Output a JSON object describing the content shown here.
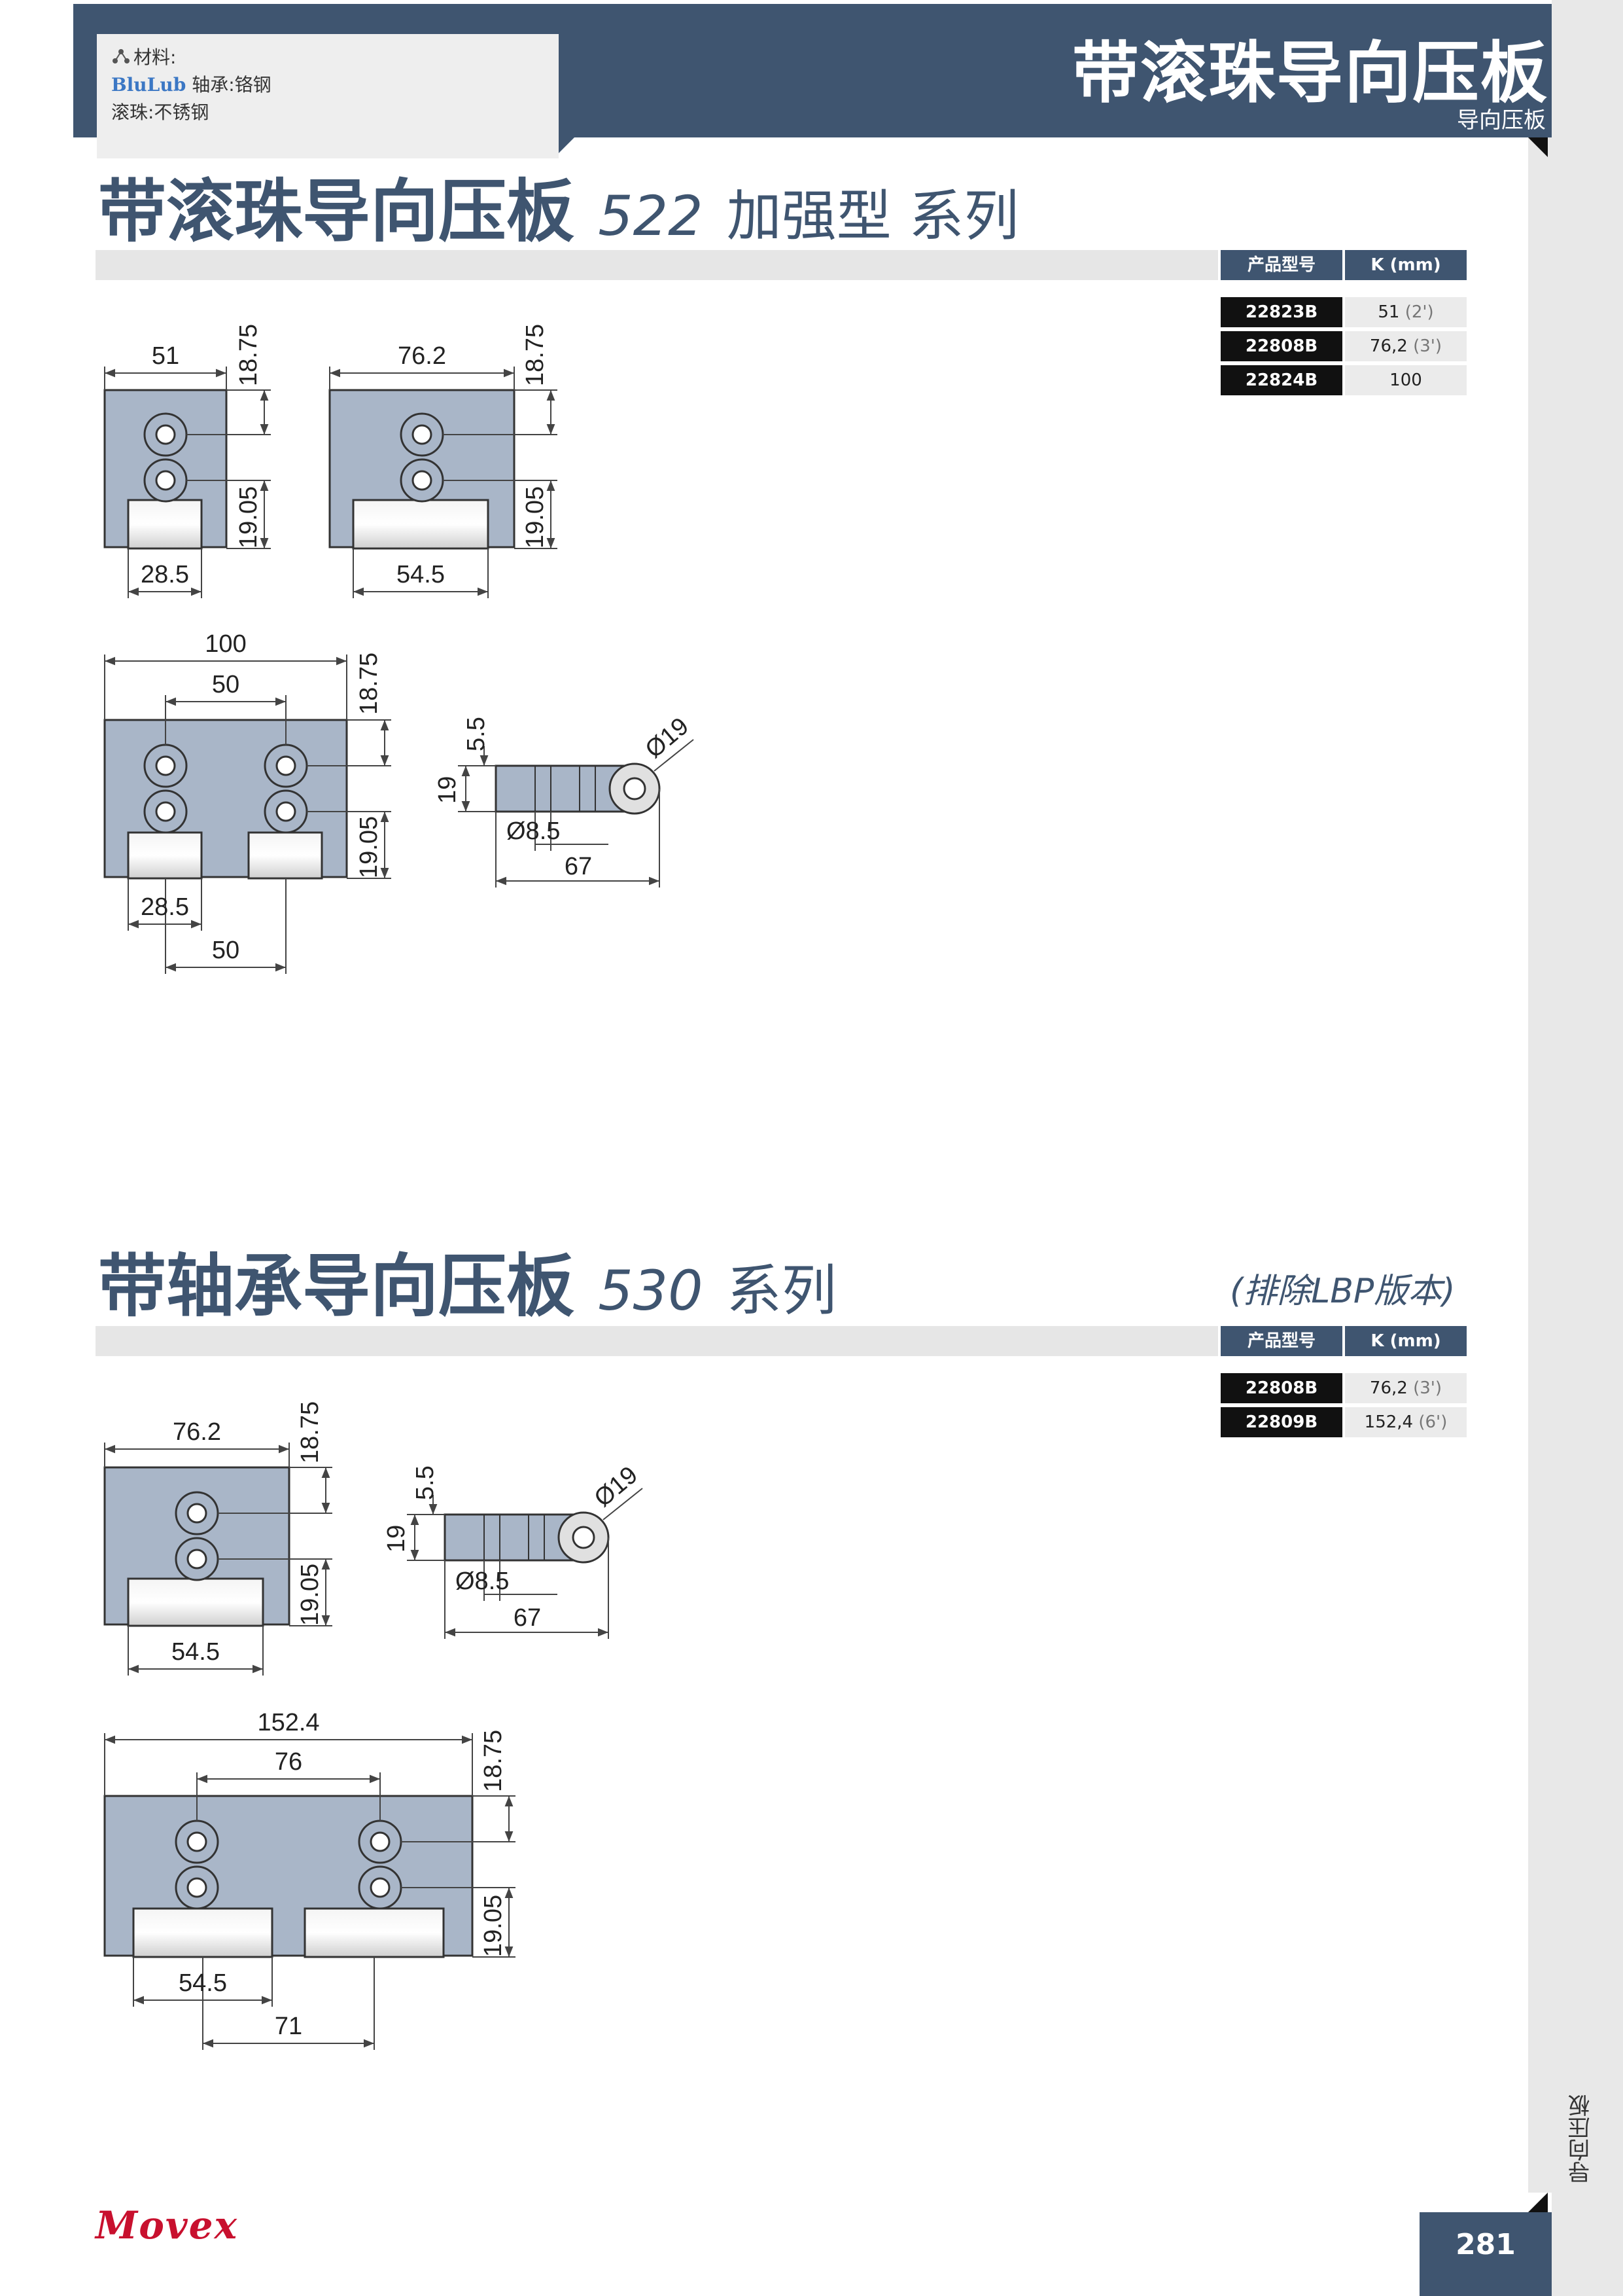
{
  "header": {
    "title": "带滚珠导向压板",
    "subtitle": "导向压板",
    "material_title": "材料:",
    "material_brand": "BluLub",
    "material_line1": " 轴承:铬钢",
    "material_line2": "滚珠:不锈钢"
  },
  "section1": {
    "title": "带滚珠导向压板",
    "number": "522",
    "tail": "加强型 系列",
    "table": {
      "headers": [
        "产品型号",
        "K (mm)"
      ],
      "rows": [
        {
          "code": "22823B",
          "k": "51",
          "inch": "(2')"
        },
        {
          "code": "22808B",
          "k": "76,2",
          "inch": "(3')"
        },
        {
          "code": "22824B",
          "k": "100",
          "inch": ""
        }
      ]
    },
    "dims": {
      "a_width": "51",
      "a_top": "18.75",
      "a_bottom": "19.05",
      "a_roller": "28.5",
      "b_width": "76.2",
      "b_top": "18.75",
      "b_bottom": "19.05",
      "b_roller": "54.5",
      "c_width": "100",
      "c_pitch": "50",
      "c_top": "18.75",
      "c_bottom": "19.05",
      "c_roller": "28.5",
      "c_pitch2": "50",
      "side_h1": "5.5",
      "side_h2": "19",
      "side_dia": "Ø19",
      "side_hole": "Ø8.5",
      "side_len": "67"
    }
  },
  "section2": {
    "title": "带轴承导向压板",
    "number": "530",
    "tail": "系列",
    "note": "(排除LBP版本)",
    "table": {
      "headers": [
        "产品型号",
        "K (mm)"
      ],
      "rows": [
        {
          "code": "22808B",
          "k": "76,2",
          "inch": "(3')"
        },
        {
          "code": "22809B",
          "k": "152,4",
          "inch": "(6')"
        }
      ]
    },
    "dims": {
      "a_width": "76.2",
      "a_top": "18.75",
      "a_bottom": "19.05",
      "a_roller": "54.5",
      "side_h1": "5.5",
      "side_h2": "19",
      "side_dia": "Ø19",
      "side_hole": "Ø8.5",
      "side_len": "67",
      "c_width": "152.4",
      "c_pitch": "76",
      "c_top": "18.75",
      "c_bottom": "19.05",
      "c_roller": "54.5",
      "c_pitch2": "71"
    }
  },
  "side_label": "导向压板",
  "page_number": "281",
  "logo": "Movex",
  "colors": {
    "band": "#3f5570",
    "plate": "#a9b6c8",
    "logo": "#c8102e"
  }
}
